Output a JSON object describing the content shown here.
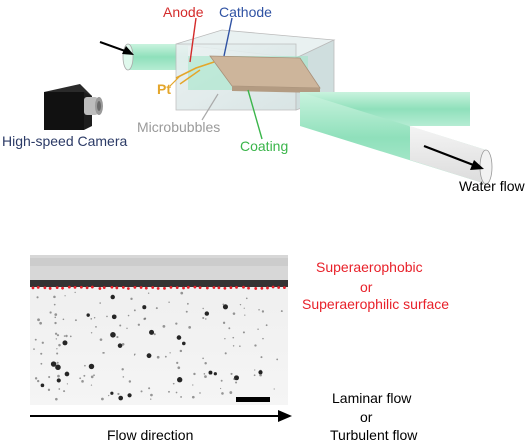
{
  "top": {
    "anode": "Anode",
    "cathode": "Cathode",
    "pt": "Pt",
    "camera": "High-speed Camera",
    "microbubbles": "Microbubbles",
    "coating": "Coating",
    "water_flow": "Water flow"
  },
  "bottom": {
    "surface_line1": "Superaerophobic",
    "surface_or": "or",
    "surface_line2": "Superaerophilic surface",
    "flow_line1": "Laminar flow",
    "flow_or": "or",
    "flow_line2": "Turbulent flow",
    "flow_direction": "Flow direction"
  },
  "colors": {
    "anode": "#d42b2b",
    "cathode": "#2f52a3",
    "pt": "#e4a62b",
    "coating": "#3ab54a",
    "surface_text": "#e8212a",
    "tube": "#9ee6c6"
  }
}
